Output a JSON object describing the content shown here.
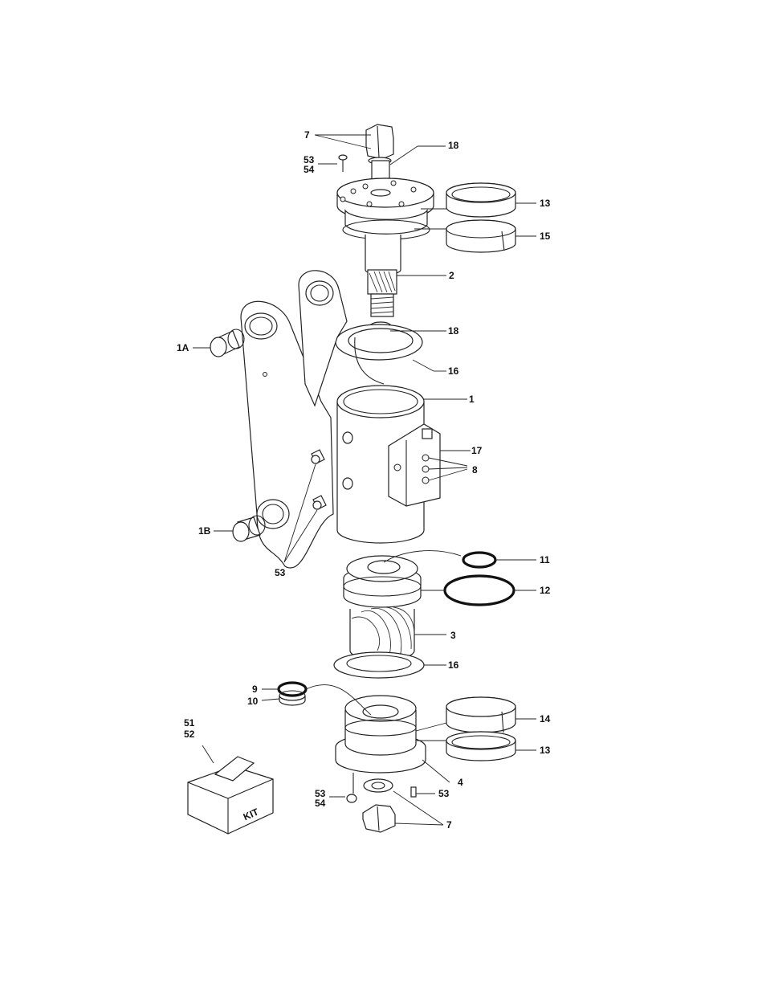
{
  "callouts": {
    "c7_top": "7",
    "c18_top": "18",
    "c53_top": "53",
    "c54_top": "54",
    "c13_top": "13",
    "c15": "15",
    "c2": "2",
    "c18_mid": "18",
    "c1A": "1A",
    "c16_top": "16",
    "c1": "1",
    "c17": "17",
    "c8": "8",
    "c1B": "1B",
    "c53_mid": "53",
    "c11": "11",
    "c12": "12",
    "c3": "3",
    "c16_bot": "16",
    "c9": "9",
    "c10": "10",
    "c51": "51",
    "c52": "52",
    "c14": "14",
    "c13_bot": "13",
    "c4": "4",
    "c53_bot_left": "53",
    "c54_bot": "54",
    "c53_bot_right": "53",
    "c7_bot": "7"
  },
  "kit_box": {
    "label": "KIT"
  }
}
